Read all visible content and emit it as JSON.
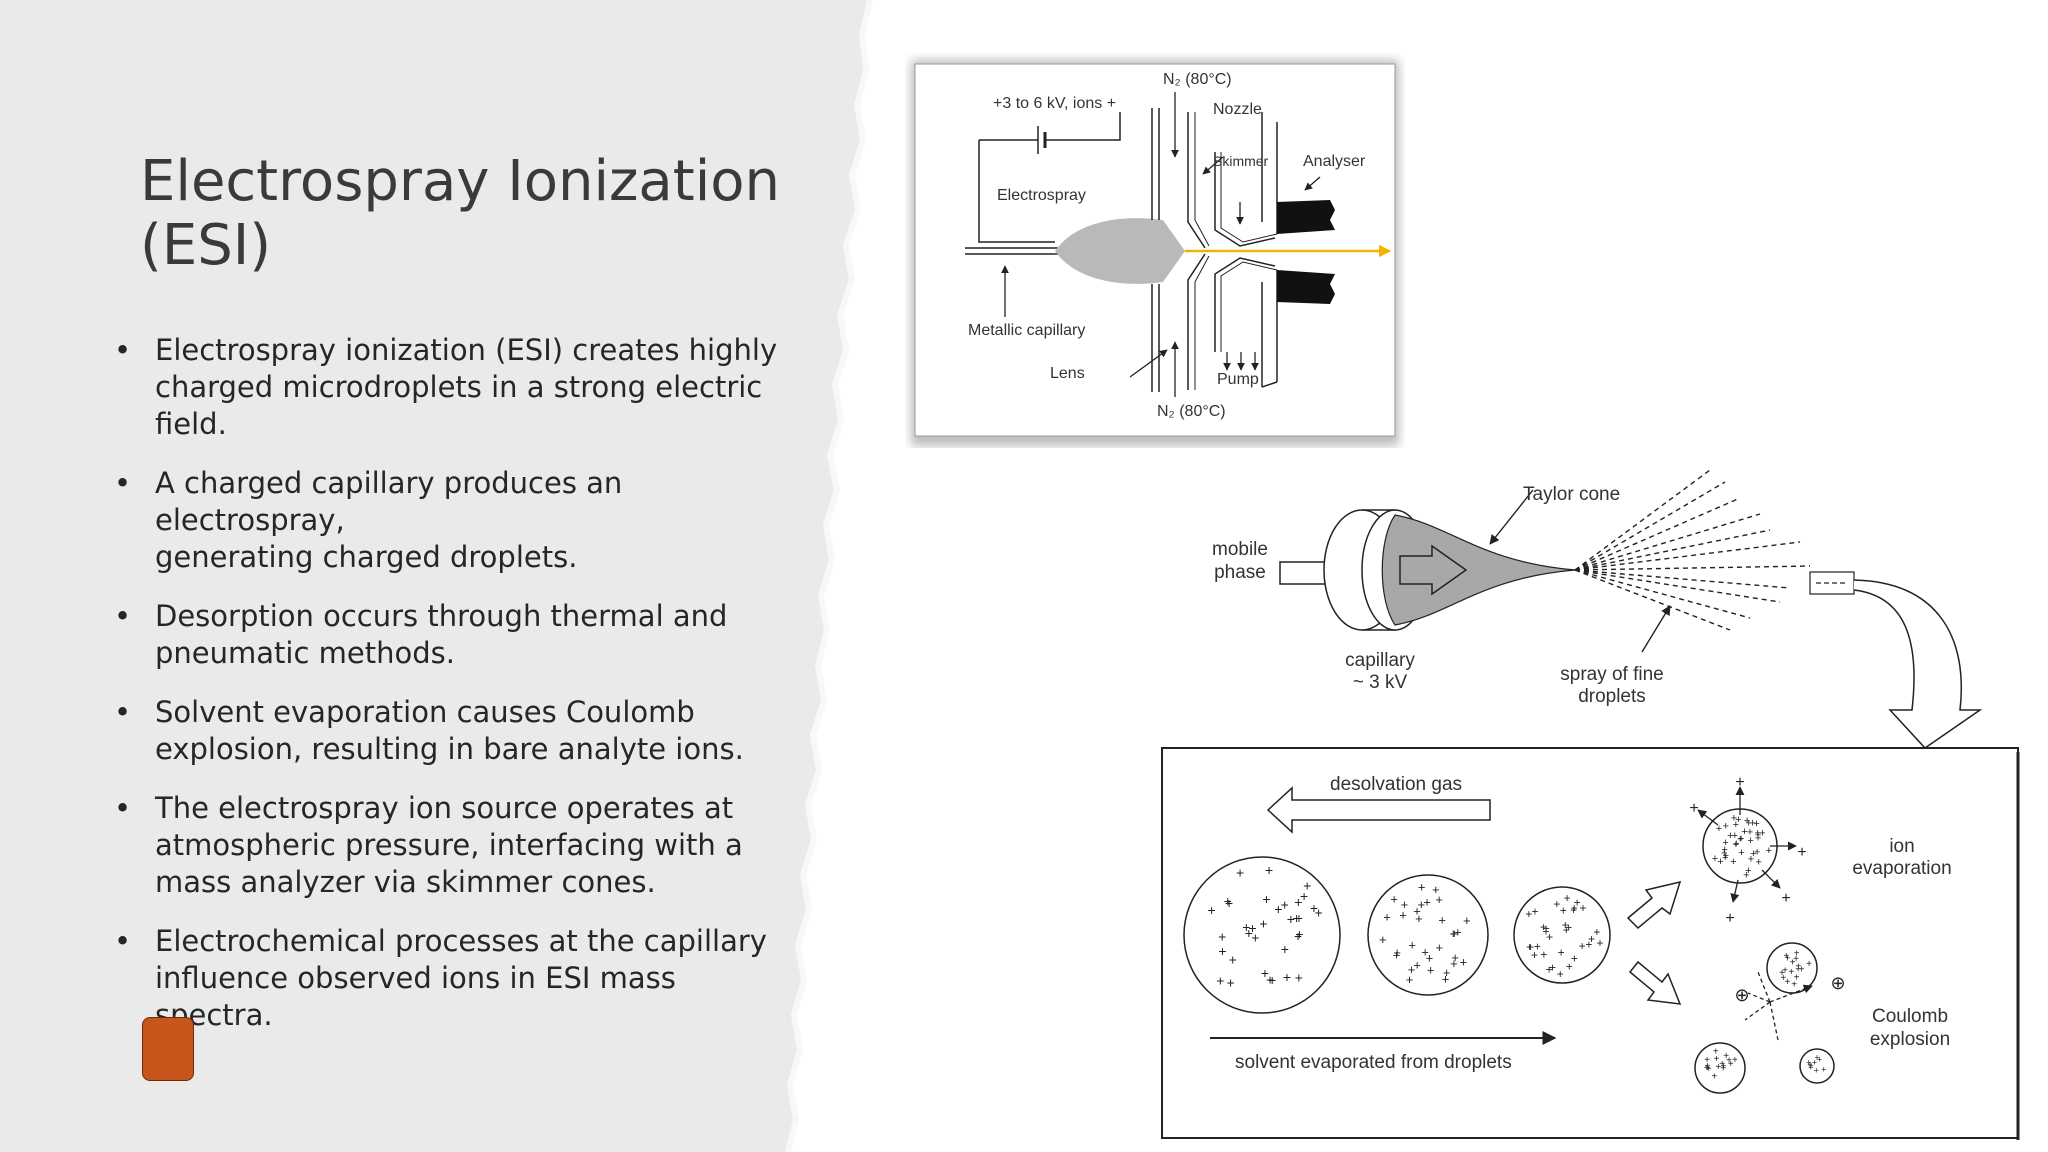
{
  "slide": {
    "title": [
      "Electrospray Ionization",
      "(ESI)"
    ],
    "bullets": [
      [
        "Electrospray ionization (ESI) creates highly",
        "charged microdroplets in a strong electric",
        "field."
      ],
      [
        "A charged capillary produces an electrospray,",
        "generating charged droplets."
      ],
      [
        "Desorption occurs through thermal and",
        "pneumatic methods."
      ],
      [
        "Solvent evaporation causes Coulomb",
        "explosion, resulting in bare analyte ions."
      ],
      [
        "The electrospray ion source operates at",
        "atmospheric pressure, interfacing with a",
        "mass analyzer via skimmer cones."
      ],
      [
        "Electrochemical processes at the capillary",
        "influence observed ions in ESI mass spectra."
      ]
    ],
    "bullet_char": "•",
    "accent_color": "#c8561c",
    "panel_color": "#ebeaea"
  },
  "figure1": {
    "n2_top": "N₂ (80°C)",
    "voltage": "+3 to 6 kV, ions +",
    "nozzle": "Nozzle",
    "skimmer": "Skimmer",
    "analyser": "Analyser",
    "electrospray": "Electrospray",
    "metallic_capillary": "Metallic capillary",
    "lens": "Lens",
    "pump": "Pump",
    "n2_bottom": "N₂ (80°C)",
    "beam_color": "#f2b400"
  },
  "figure2": {
    "taylor_cone": "Taylor cone",
    "mobile_phase": [
      "mobile",
      "phase"
    ],
    "capillary": [
      "capillary",
      "~ 3 kV"
    ],
    "spray": [
      "spray of fine",
      "droplets"
    ],
    "desolvation_gas": "desolvation gas",
    "solvent_evaporated": "solvent evaporated from droplets",
    "ion_evaporation": [
      "ion",
      "evaporation"
    ],
    "coulomb_explosion": [
      "Coulomb",
      "explosion"
    ],
    "plus": "+",
    "circled_plus": "⊕"
  }
}
